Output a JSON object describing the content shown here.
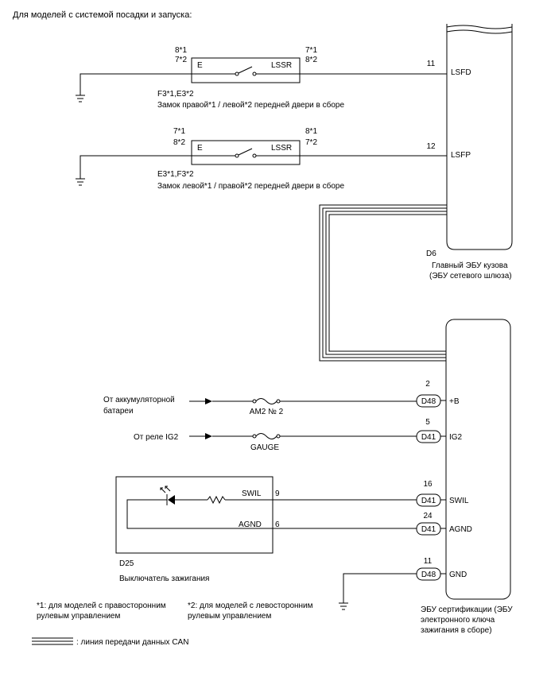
{
  "header": {
    "title": "Для моделей с системой посадки и запуска:"
  },
  "colors": {
    "line": "#000000",
    "background": "#ffffff"
  },
  "door_lock_1": {
    "left_pins": [
      "8*1",
      "7*2"
    ],
    "right_pins": [
      "7*1",
      "8*2"
    ],
    "terminal_left": "E",
    "terminal_right": "LSSR",
    "connector": "F3*1,E3*2",
    "name": "Замок правой*1 / левой*2 передней двери в сборе"
  },
  "door_lock_2": {
    "left_pins": [
      "7*1",
      "8*2"
    ],
    "right_pins": [
      "8*1",
      "7*2"
    ],
    "terminal_left": "E",
    "terminal_right": "LSSR",
    "connector": "E3*1,F3*2",
    "name": "Замок левой*1 / правой*2 передней двери в сборе"
  },
  "body_ecu": {
    "pins": [
      {
        "num": "11",
        "name": "LSFD"
      },
      {
        "num": "12",
        "name": "LSFP"
      }
    ],
    "connector": "D6",
    "name_line1": "Главный ЭБУ кузова",
    "name_line2": "(ЭБУ сетевого шлюза)"
  },
  "cert_ecu": {
    "pins": [
      {
        "num": "2",
        "connector": "D48",
        "name": "+B"
      },
      {
        "num": "5",
        "connector": "D41",
        "name": "IG2"
      },
      {
        "num": "16",
        "connector": "D41",
        "name": "SWIL"
      },
      {
        "num": "24",
        "connector": "D41",
        "name": "AGND"
      },
      {
        "num": "11",
        "connector": "D48",
        "name": "GND"
      }
    ],
    "name_line1": "ЭБУ сертификации (ЭБУ",
    "name_line2": "электронного ключа",
    "name_line3": "зажигания в сборе)"
  },
  "sources": {
    "battery_line1": "От аккумуляторной",
    "battery_line2": "батареи",
    "battery_fuse": "AM2 № 2",
    "relay": "От реле IG2",
    "relay_fuse": "GAUGE"
  },
  "ignition_switch": {
    "terminal_swil": "SWIL",
    "terminal_agnd": "AGND",
    "pin_swil": "9",
    "pin_agnd": "6",
    "connector": "D25",
    "name": "Выключатель зажигания"
  },
  "notes": {
    "note1_line1": "*1: для моделей с правосторонним",
    "note1_line2": "рулевым управлением",
    "note2_line1": "*2: для моделей с левосторонним",
    "note2_line2": "рулевым управлением"
  },
  "legend": {
    "can_line": ": линия передачи данных CAN"
  }
}
